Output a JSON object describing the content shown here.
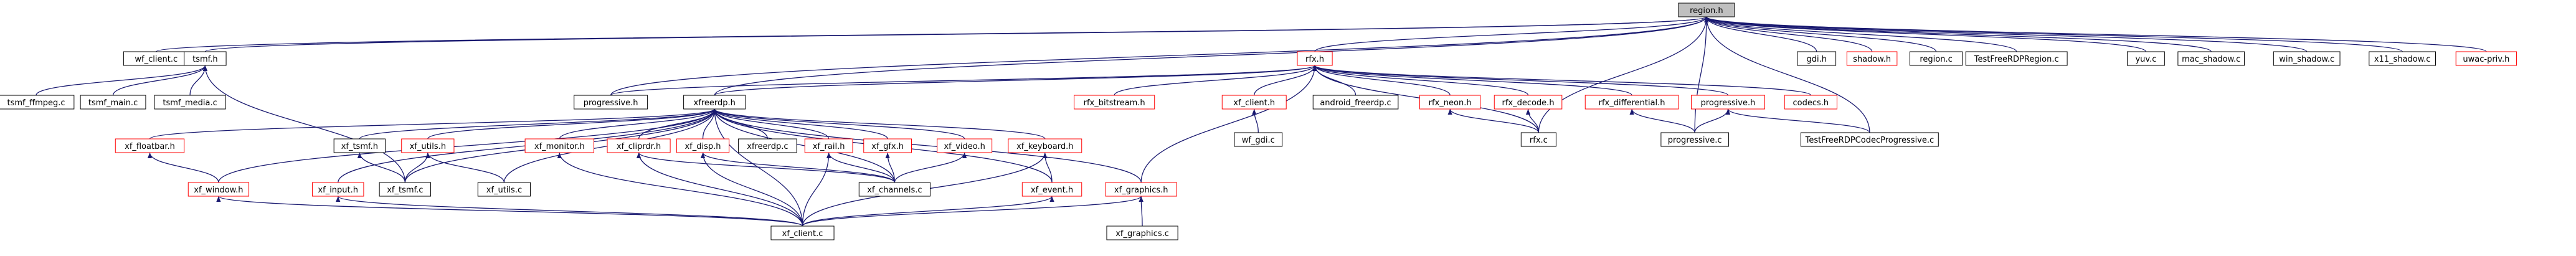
{
  "colors": {
    "edge": "#191970",
    "root_fill": "#bfbfbf",
    "node_border": "#000000",
    "missing_border": "#ff0000",
    "background": "#ffffff"
  },
  "nodes": {
    "region_h": {
      "label": "region.h",
      "kind": "root"
    },
    "wf_client_c": {
      "label": "wf_client.c",
      "kind": "normal"
    },
    "tsmf_h": {
      "label": "tsmf.h",
      "kind": "normal"
    },
    "tsmf_ffmpeg_c": {
      "label": "tsmf_ffmpeg.c",
      "kind": "normal"
    },
    "tsmf_main_c": {
      "label": "tsmf_main.c",
      "kind": "normal"
    },
    "tsmf_media_c": {
      "label": "tsmf_media.c",
      "kind": "normal"
    },
    "progressive_h_a": {
      "label": "progressive.h",
      "kind": "normal"
    },
    "rfx_h": {
      "label": "rfx.h",
      "kind": "missing"
    },
    "gdi_h": {
      "label": "gdi.h",
      "kind": "normal"
    },
    "shadow_h": {
      "label": "shadow.h",
      "kind": "missing"
    },
    "region_c": {
      "label": "region.c",
      "kind": "normal"
    },
    "test_region_c": {
      "label": "TestFreeRDPRegion.c",
      "kind": "normal"
    },
    "yuv_c": {
      "label": "yuv.c",
      "kind": "normal"
    },
    "mac_shadow_c": {
      "label": "mac_shadow.c",
      "kind": "normal"
    },
    "win_shadow_c": {
      "label": "win_shadow.c",
      "kind": "normal"
    },
    "x11_shadow_c": {
      "label": "x11_shadow.c",
      "kind": "normal"
    },
    "uwac_priv_h": {
      "label": "uwac-priv.h",
      "kind": "missing"
    },
    "xfreerdp_h": {
      "label": "xfreerdp.h",
      "kind": "normal"
    },
    "rfx_bitstream_h": {
      "label": "rfx_bitstream.h",
      "kind": "missing"
    },
    "xf_client_h": {
      "label": "xf_client.h",
      "kind": "missing"
    },
    "android_freerdp_c": {
      "label": "android_freerdp.c",
      "kind": "normal"
    },
    "rfx_neon_h": {
      "label": "rfx_neon.h",
      "kind": "missing"
    },
    "rfx_decode_h": {
      "label": "rfx_decode.h",
      "kind": "missing"
    },
    "rfx_differential_h": {
      "label": "rfx_differential.h",
      "kind": "missing"
    },
    "progressive_h_b": {
      "label": "progressive.h",
      "kind": "missing"
    },
    "codecs_h": {
      "label": "codecs.h",
      "kind": "missing"
    },
    "wf_gdi_c": {
      "label": "wf_gdi.c",
      "kind": "normal"
    },
    "rfx_c": {
      "label": "rfx.c",
      "kind": "normal"
    },
    "progressive_c": {
      "label": "progressive.c",
      "kind": "normal"
    },
    "test_codec_prog_c": {
      "label": "TestFreeRDPCodecProgressive.c",
      "kind": "normal"
    },
    "xf_floatbar_h": {
      "label": "xf_floatbar.h",
      "kind": "missing"
    },
    "xf_window_h": {
      "label": "xf_window.h",
      "kind": "missing"
    },
    "xf_tsmf_h": {
      "label": "xf_tsmf.h",
      "kind": "normal"
    },
    "xf_utils_h": {
      "label": "xf_utils.h",
      "kind": "missing"
    },
    "xf_input_h": {
      "label": "xf_input.h",
      "kind": "missing"
    },
    "xf_tsmf_c": {
      "label": "xf_tsmf.c",
      "kind": "normal"
    },
    "xf_utils_c": {
      "label": "xf_utils.c",
      "kind": "normal"
    },
    "xf_monitor_h": {
      "label": "xf_monitor.h",
      "kind": "missing"
    },
    "xf_cliprdr_h": {
      "label": "xf_cliprdr.h",
      "kind": "missing"
    },
    "xf_disp_h": {
      "label": "xf_disp.h",
      "kind": "missing"
    },
    "xfreerdp_c": {
      "label": "xfreerdp.c",
      "kind": "normal"
    },
    "xf_rail_h": {
      "label": "xf_rail.h",
      "kind": "missing"
    },
    "xf_gfx_h": {
      "label": "xf_gfx.h",
      "kind": "missing"
    },
    "xf_video_h": {
      "label": "xf_video.h",
      "kind": "missing"
    },
    "xf_keyboard_h": {
      "label": "xf_keyboard.h",
      "kind": "missing"
    },
    "xf_graphics_h": {
      "label": "xf_graphics.h",
      "kind": "missing"
    },
    "xf_channels_c": {
      "label": "xf_channels.c",
      "kind": "normal"
    },
    "xf_event_h": {
      "label": "xf_event.h",
      "kind": "missing"
    },
    "xf_client_c": {
      "label": "xf_client.c",
      "kind": "normal"
    },
    "xf_graphics_c": {
      "label": "xf_graphics.c",
      "kind": "normal"
    }
  },
  "edges": [
    [
      "wf_client_c",
      "region_h"
    ],
    [
      "tsmf_h",
      "region_h"
    ],
    [
      "progressive_h_a",
      "region_h"
    ],
    [
      "rfx_h",
      "region_h"
    ],
    [
      "gdi_h",
      "region_h"
    ],
    [
      "shadow_h",
      "region_h"
    ],
    [
      "region_c",
      "region_h"
    ],
    [
      "test_region_c",
      "region_h"
    ],
    [
      "yuv_c",
      "region_h"
    ],
    [
      "mac_shadow_c",
      "region_h"
    ],
    [
      "win_shadow_c",
      "region_h"
    ],
    [
      "x11_shadow_c",
      "region_h"
    ],
    [
      "uwac_priv_h",
      "region_h"
    ],
    [
      "xfreerdp_h",
      "region_h"
    ],
    [
      "rfx_c",
      "region_h"
    ],
    [
      "progressive_c",
      "region_h"
    ],
    [
      "test_codec_prog_c",
      "region_h"
    ],
    [
      "tsmf_ffmpeg_c",
      "tsmf_h"
    ],
    [
      "tsmf_main_c",
      "tsmf_h"
    ],
    [
      "tsmf_media_c",
      "tsmf_h"
    ],
    [
      "xf_tsmf_c",
      "tsmf_h"
    ],
    [
      "progressive_h_a",
      "rfx_h"
    ],
    [
      "xfreerdp_h",
      "rfx_h"
    ],
    [
      "rfx_bitstream_h",
      "rfx_h"
    ],
    [
      "xf_client_h",
      "rfx_h"
    ],
    [
      "android_freerdp_c",
      "rfx_h"
    ],
    [
      "rfx_neon_h",
      "rfx_h"
    ],
    [
      "rfx_decode_h",
      "rfx_h"
    ],
    [
      "rfx_differential_h",
      "rfx_h"
    ],
    [
      "progressive_h_b",
      "rfx_h"
    ],
    [
      "codecs_h",
      "rfx_h"
    ],
    [
      "rfx_c",
      "rfx_h"
    ],
    [
      "xf_graphics_h",
      "rfx_h"
    ],
    [
      "wf_gdi_c",
      "xf_client_h"
    ],
    [
      "rfx_c",
      "rfx_neon_h"
    ],
    [
      "rfx_c",
      "rfx_decode_h"
    ],
    [
      "progressive_c",
      "rfx_differential_h"
    ],
    [
      "progressive_c",
      "progressive_h_b"
    ],
    [
      "test_codec_prog_c",
      "progressive_h_b"
    ],
    [
      "xf_floatbar_h",
      "xfreerdp_h"
    ],
    [
      "xf_window_h",
      "xfreerdp_h"
    ],
    [
      "xf_tsmf_h",
      "xfreerdp_h"
    ],
    [
      "xf_utils_h",
      "xfreerdp_h"
    ],
    [
      "xf_input_h",
      "xfreerdp_h"
    ],
    [
      "xf_tsmf_c",
      "xfreerdp_h"
    ],
    [
      "xf_utils_c",
      "xfreerdp_h"
    ],
    [
      "xf_monitor_h",
      "xfreerdp_h"
    ],
    [
      "xf_cliprdr_h",
      "xfreerdp_h"
    ],
    [
      "xf_disp_h",
      "xfreerdp_h"
    ],
    [
      "xfreerdp_c",
      "xfreerdp_h"
    ],
    [
      "xf_rail_h",
      "xfreerdp_h"
    ],
    [
      "xf_gfx_h",
      "xfreerdp_h"
    ],
    [
      "xf_video_h",
      "xfreerdp_h"
    ],
    [
      "xf_keyboard_h",
      "xfreerdp_h"
    ],
    [
      "xf_graphics_h",
      "xfreerdp_h"
    ],
    [
      "xf_event_h",
      "xfreerdp_h"
    ],
    [
      "xf_client_c",
      "xfreerdp_h"
    ],
    [
      "xf_channels_c",
      "xfreerdp_h"
    ],
    [
      "xf_window_h",
      "xf_floatbar_h"
    ],
    [
      "xf_tsmf_c",
      "xf_tsmf_h"
    ],
    [
      "xf_tsmf_c",
      "xf_utils_h"
    ],
    [
      "xf_utils_c",
      "xf_utils_h"
    ],
    [
      "xf_client_c",
      "xf_input_h"
    ],
    [
      "xf_client_c",
      "xf_monitor_h"
    ],
    [
      "xf_client_c",
      "xf_cliprdr_h"
    ],
    [
      "xf_channels_c",
      "xf_cliprdr_h"
    ],
    [
      "xf_client_c",
      "xf_disp_h"
    ],
    [
      "xf_channels_c",
      "xf_disp_h"
    ],
    [
      "xf_client_c",
      "xf_rail_h"
    ],
    [
      "xf_channels_c",
      "xf_rail_h"
    ],
    [
      "xf_channels_c",
      "xf_gfx_h"
    ],
    [
      "xf_channels_c",
      "xf_video_h"
    ],
    [
      "xf_client_c",
      "xf_keyboard_h"
    ],
    [
      "xf_event_h",
      "xf_keyboard_h"
    ],
    [
      "xf_client_c",
      "xf_event_h"
    ],
    [
      "xf_client_c",
      "xf_graphics_h"
    ],
    [
      "xf_graphics_c",
      "xf_graphics_h"
    ],
    [
      "xf_client_c",
      "xf_window_h"
    ]
  ]
}
